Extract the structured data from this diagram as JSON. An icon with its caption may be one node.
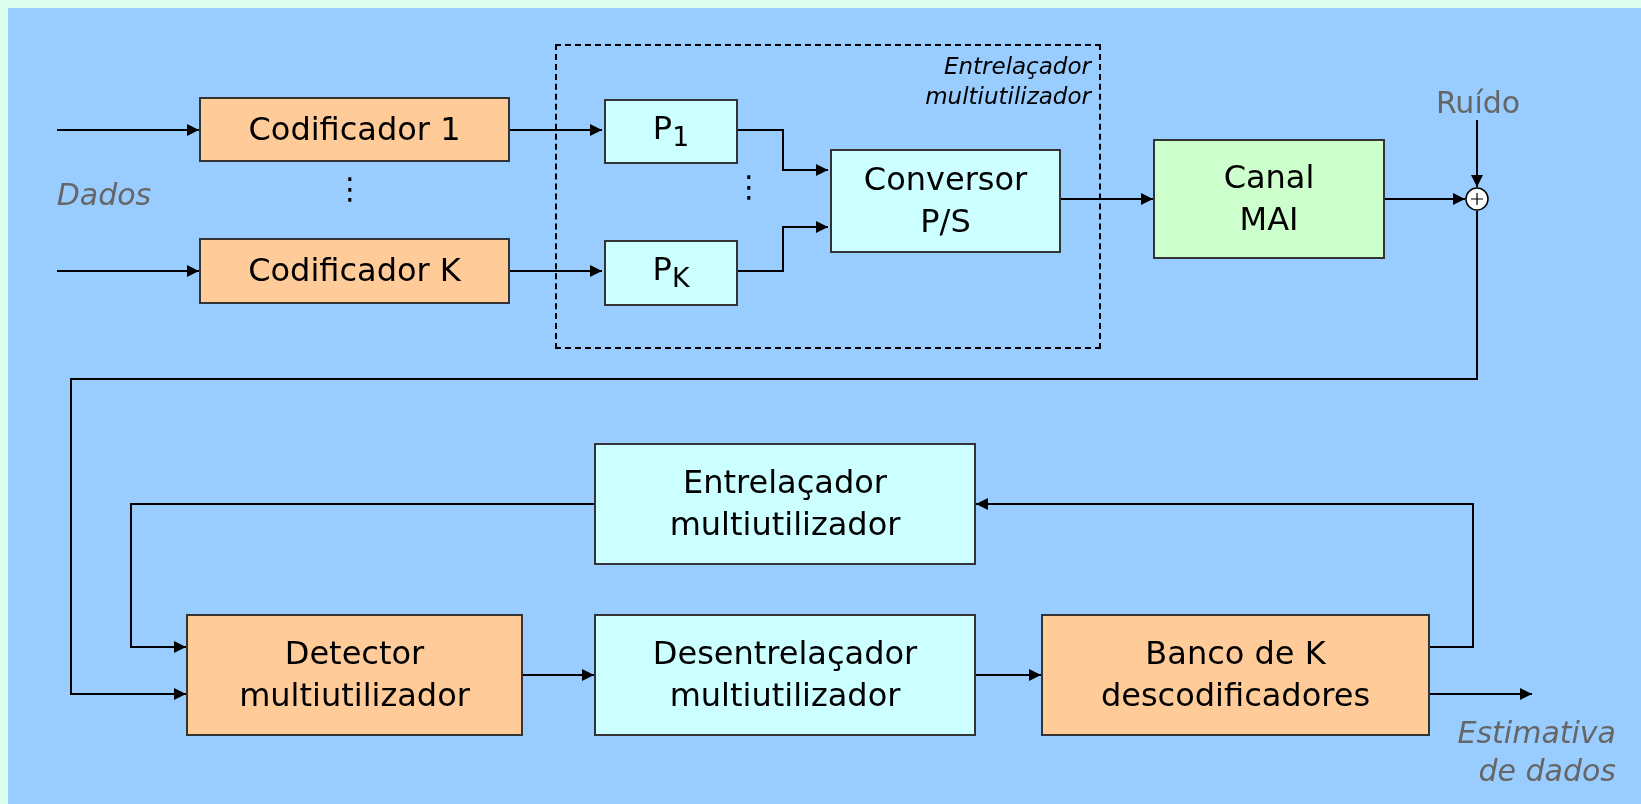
{
  "diagram": {
    "nodes": [
      {
        "text": [
          "Codificador 1"
        ]
      },
      {
        "text": [
          "Codificador K"
        ]
      },
      {
        "text": [
          "Entrelaçador multiutilizador"
        ]
      },
      {
        "text": [
          "P$_{1}$"
        ],
        "in": 2
      },
      {
        "text": [
          "P$_{K}$"
        ],
        "in": 2
      },
      {
        "text": [
          "Conversor P/S"
        ],
        "in": 2
      },
      {
        "text": [
          "Canal MAI"
        ]
      },
      {
        "text": [
          "Ruído"
        ]
      },
      {
        "text": [],
        "shape": "circle"
      },
      {
        "text": [
          "Entrelaçador multiutilizador"
        ]
      },
      {
        "text": [
          "Detector multiutilizador"
        ]
      },
      {
        "text": [
          "Desentrelaçador multiutilizador"
        ]
      },
      {
        "text": [
          "Banco de K descodificadores"
        ]
      },
      {
        "text": [
          "Estimativa de dados"
        ]
      }
    ],
    "edges": [
      {
        "from": null,
        "to": 0,
        "arrow": "to"
      },
      {
        "from": null,
        "to": 1,
        "arrow": "to"
      },
      {
        "from": 0,
        "to": 3,
        "arrow": "to"
      },
      {
        "from": 1,
        "to": 4,
        "arrow": "to"
      },
      {
        "from": 3,
        "to": 5,
        "arrow": "to"
      },
      {
        "from": 4,
        "to": 5,
        "arrow": "to"
      },
      {
        "from": 5,
        "to": 6,
        "arrow": "to"
      },
      {
        "from": 6,
        "to": 8,
        "arrow": "to"
      },
      {
        "from": 7,
        "to": 8,
        "arrow": "to"
      },
      {
        "from": 8,
        "to": 10,
        "arrow": "to"
      },
      {
        "from": 10,
        "to": 11,
        "arrow": "to"
      },
      {
        "from": 11,
        "to": 12,
        "arrow": "to"
      },
      {
        "from": 12,
        "to": 9,
        "arrow": "to"
      },
      {
        "from": 9,
        "to": 10,
        "arrow": "to"
      },
      {
        "from": 12,
        "to": 13,
        "arrow": "to"
      }
    ],
    "labels": [
      "Dados",
      "⋮",
      "⋮"
    ]
  }
}
